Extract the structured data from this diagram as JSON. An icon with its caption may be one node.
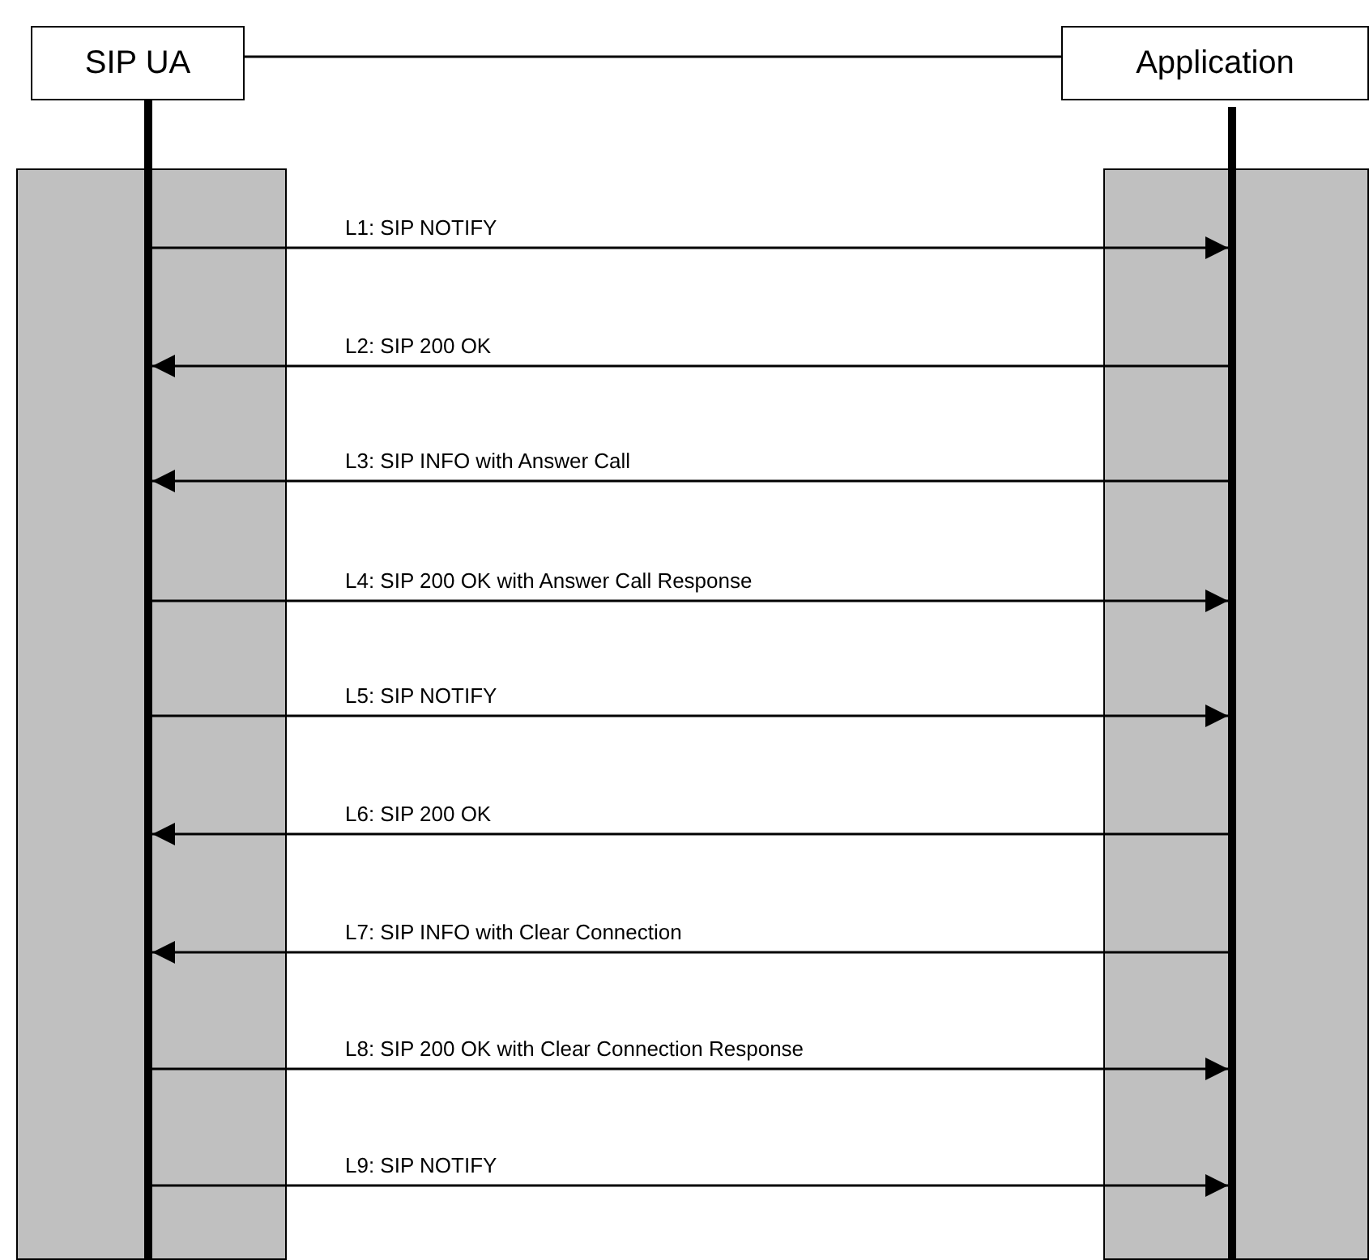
{
  "diagram": {
    "nodes": [
      {
        "text": [
          "SIP UA"
        ]
      },
      {
        "text": [
          "Application"
        ]
      },
      {
        "text": [],
        "shape": "bar"
      },
      {
        "text": [],
        "shape": "bar"
      }
    ],
    "edges": [
      {
        "from": 0,
        "to": 1,
        "arrow": "none"
      },
      {
        "from": 2,
        "to": 3,
        "arrow": "to",
        "label": "L1: SIP NOTIFY"
      },
      {
        "from": 3,
        "to": 2,
        "arrow": "to",
        "label": "L2: SIP 200 OK"
      },
      {
        "from": 3,
        "to": 2,
        "arrow": "to",
        "label": "L3: SIP INFO with Answer Call"
      },
      {
        "from": 2,
        "to": 3,
        "arrow": "to",
        "label": "L4: SIP 200 OK with Answer Call Response"
      },
      {
        "from": 2,
        "to": 3,
        "arrow": "to",
        "label": "L5: SIP NOTIFY"
      },
      {
        "from": 3,
        "to": 2,
        "arrow": "to",
        "label": "L6: SIP 200 OK"
      },
      {
        "from": 3,
        "to": 2,
        "arrow": "to",
        "label": "L7: SIP INFO with Clear Connection"
      },
      {
        "from": 2,
        "to": 3,
        "arrow": "to",
        "label": "L8: SIP 200 OK with Clear Connection Response"
      },
      {
        "from": 2,
        "to": 3,
        "arrow": "to",
        "label": "L9: SIP NOTIFY"
      }
    ]
  }
}
